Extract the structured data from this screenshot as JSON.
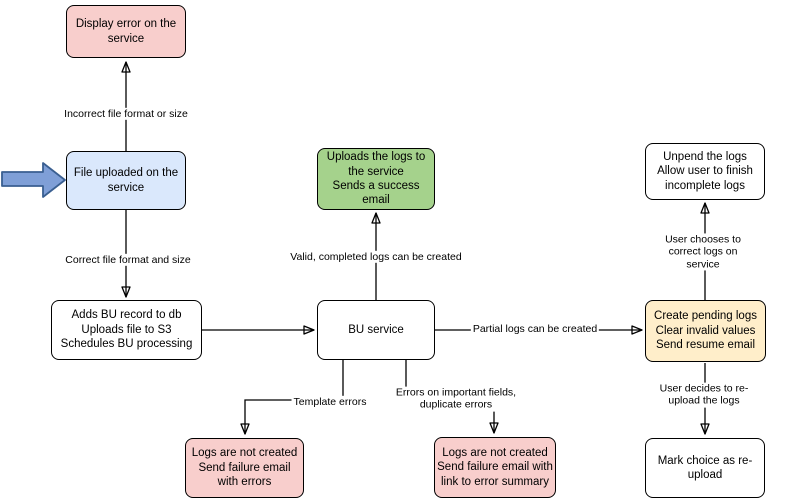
{
  "diagram": {
    "type": "flowchart",
    "background": "#ffffff",
    "colors": {
      "error_fill": "#f8cecc",
      "input_fill": "#dae8fc",
      "success_fill": "#a5d28c",
      "pending_fill": "#ffeeca",
      "process_fill": "#ffffff",
      "line_stroke": "#000000",
      "entry_arrow_fill": "#7f9fd7",
      "entry_arrow_stroke": "#3a5f91"
    },
    "nodes": {
      "display_error": {
        "text": "Display error on the service"
      },
      "file_uploaded": {
        "text": "File uploaded on the service"
      },
      "schedule_processing": {
        "text": "Adds BU record to db\nUploads file to S3\nSchedules BU processing"
      },
      "bu_service": {
        "text": "BU service"
      },
      "success": {
        "text": "Uploads the logs to the service\nSends a success email"
      },
      "unpend": {
        "text": "Unpend the logs\nAllow user to finish incomplete logs"
      },
      "pending": {
        "text": "Create pending logs\nClear invalid values\nSend resume email"
      },
      "mark_reupload": {
        "text": "Mark choice as re-upload"
      },
      "failure_errors": {
        "text": "Logs are not created\nSend failure email with errors"
      },
      "failure_summary": {
        "text": "Logs are not created\nSend failure email with link to error summary"
      }
    },
    "edge_labels": {
      "incorrect_format": {
        "text": "Incorrect file format or size"
      },
      "correct_format": {
        "text": "Correct file format and size"
      },
      "valid_logs": {
        "text": "Valid, completed logs can be created"
      },
      "partial_logs": {
        "text": "Partial logs can be created"
      },
      "template_errors": {
        "text": "Template errors"
      },
      "important_errors": {
        "text": "Errors on important fields,\nduplicate errors"
      },
      "choose_correct": {
        "text": "User chooses to correct logs on service"
      },
      "reupload": {
        "text": "User decides to re-upload the logs"
      }
    }
  }
}
